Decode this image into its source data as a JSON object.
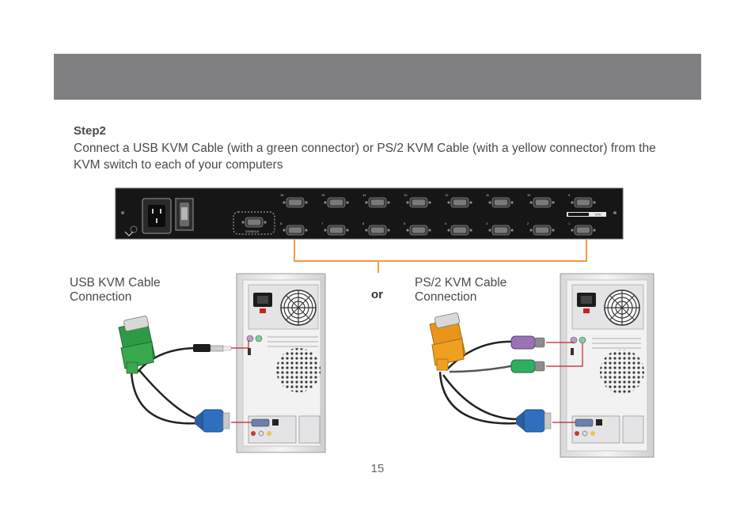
{
  "step": {
    "title": "Step2",
    "body": "Connect a USB KVM Cable (with a green connector) or PS/2 KVM Cable (with a yellow connector) from the KVM switch to each of your computers"
  },
  "labels": {
    "usb_line1": "USB KVM Cable",
    "usb_line2": "Connection",
    "ps2_line1": "PS/2 KVM Cable",
    "ps2_line2": "Connection",
    "or": "or"
  },
  "kvm_switch": {
    "top_port_numbers": [
      "16",
      "15",
      "14",
      "13",
      "12",
      "11",
      "10",
      "9"
    ],
    "bottom_port_numbers": [
      "8",
      "7",
      "6",
      "5",
      "4",
      "3",
      "2",
      "1"
    ],
    "console_label": "CONSOLE",
    "cpu_label": "CPU"
  },
  "page_number": "15",
  "colors": {
    "header_bar": "#808083",
    "connector_line": "#f39a3d",
    "usb_connector": "#3aa84e",
    "ps2_connector": "#f0a020",
    "vga_plug": "#2f6fbf",
    "mouse_plug": "#2fae5f",
    "keyboard_plug": "#9b73b5"
  }
}
